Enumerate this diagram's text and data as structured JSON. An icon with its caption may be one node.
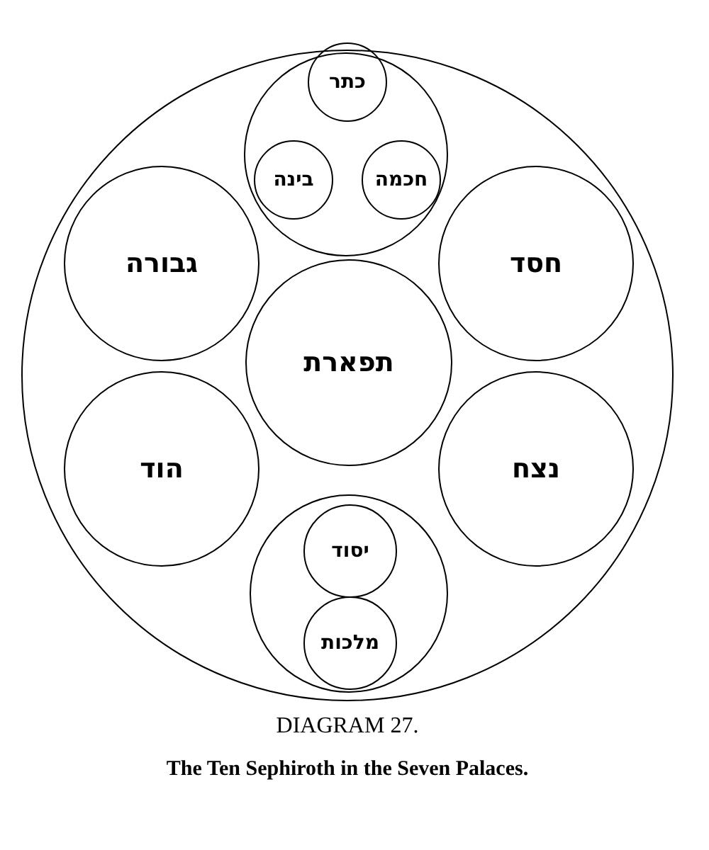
{
  "diagram": {
    "title": "DIAGRAM 27.",
    "caption": "The Ten Sephiroth in the Seven Palaces.",
    "nodes": [
      {
        "text": [],
        "shape": "circle"
      },
      {
        "text": [],
        "shape": "circle",
        "in": 0
      },
      {
        "text": [
          "כתר"
        ],
        "in": 1
      },
      {
        "text": [
          "בינה"
        ],
        "in": 1
      },
      {
        "text": [
          "חכמה"
        ],
        "in": 1
      },
      {
        "text": [
          "גבורה"
        ],
        "in": 0
      },
      {
        "text": [
          "חסד"
        ],
        "in": 0
      },
      {
        "text": [
          "תפארת"
        ],
        "in": 0
      },
      {
        "text": [
          "הוד"
        ],
        "in": 0
      },
      {
        "text": [
          "נצח"
        ],
        "in": 0
      },
      {
        "text": [],
        "shape": "circle",
        "in": 0
      },
      {
        "text": [
          "יסוד"
        ],
        "in": 10
      },
      {
        "text": [
          "מלכות"
        ],
        "in": 10
      }
    ]
  }
}
